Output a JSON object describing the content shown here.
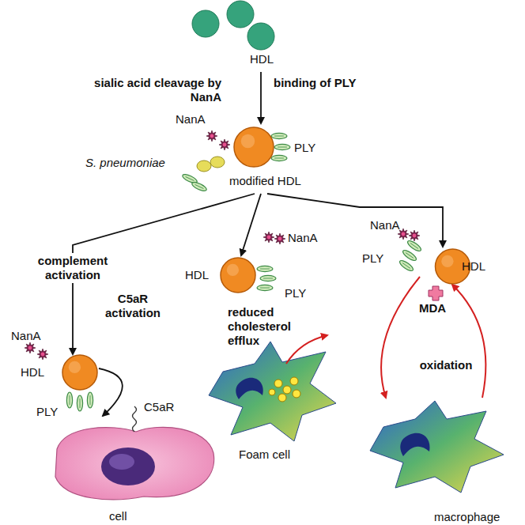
{
  "diagram": {
    "nodes": [
      {
        "text": [
          "HDL"
        ]
      },
      {
        "text": [
          "modified HDL"
        ]
      },
      {
        "text": [
          "HDL"
        ]
      },
      {
        "text": [
          "cell"
        ]
      },
      {
        "text": [
          "HDL"
        ]
      },
      {
        "text": [
          "Foam cell"
        ]
      },
      {
        "text": [
          "HDL"
        ]
      },
      {
        "text": [
          "macrophage"
        ]
      }
    ],
    "edges": [
      {
        "from": 0,
        "to": 1,
        "arrow": "to"
      },
      {
        "from": 1,
        "to": 2,
        "label": "complement activation",
        "arrow": "to"
      },
      {
        "from": 2,
        "to": 3,
        "label": "C5aR activation",
        "arrow": "to"
      },
      {
        "from": 1,
        "to": 4,
        "arrow": "to"
      },
      {
        "from": 1,
        "to": 6,
        "arrow": "to"
      },
      {
        "from": 6,
        "to": 7,
        "arrow": "to"
      },
      {
        "from": 7,
        "to": 6,
        "label": "oxidation",
        "arrow": "to"
      }
    ],
    "labels": [
      "sialic acid cleavage by NanA",
      "binding of PLY",
      "NanA",
      "S. pneumoniae",
      "PLY",
      "NanA",
      "PLY",
      "C5aR",
      "NanA",
      "PLY",
      "reduced cholesterol efflux",
      "NanA",
      "PLY",
      "MDA"
    ]
  }
}
